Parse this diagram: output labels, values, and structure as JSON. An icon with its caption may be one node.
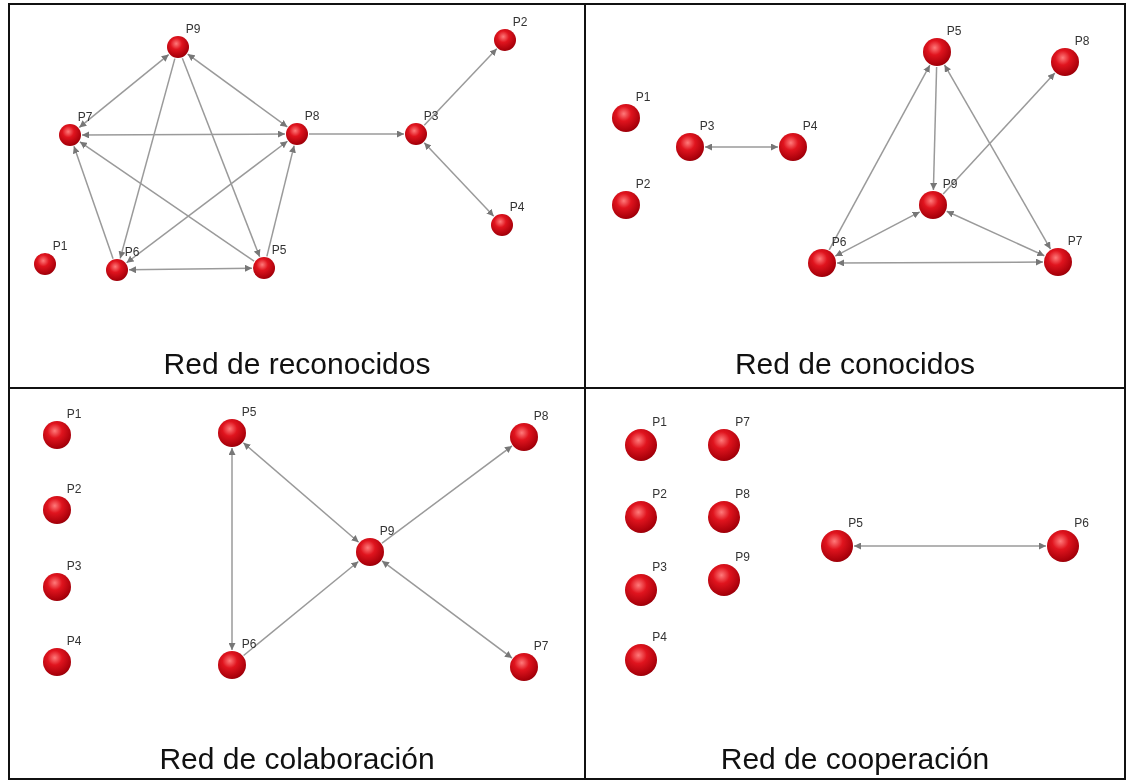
{
  "diagram": {
    "nodes": [
      {
        "text": [
          "Red de reconocidos"
        ]
      },
      {
        "text": [],
        "shape": "circle",
        "beside": [
          "P1"
        ],
        "in": 0
      },
      {
        "text": [],
        "shape": "circle",
        "beside": [
          "P2"
        ],
        "in": 0
      },
      {
        "text": [],
        "shape": "circle",
        "beside": [
          "P3"
        ],
        "in": 0
      },
      {
        "text": [],
        "shape": "circle",
        "beside": [
          "P4"
        ],
        "in": 0
      },
      {
        "text": [],
        "shape": "circle",
        "beside": [
          "P5"
        ],
        "in": 0
      },
      {
        "text": [],
        "shape": "circle",
        "beside": [
          "P6"
        ],
        "in": 0
      },
      {
        "text": [],
        "shape": "circle",
        "beside": [
          "P7"
        ],
        "in": 0
      },
      {
        "text": [],
        "shape": "circle",
        "beside": [
          "P8"
        ],
        "in": 0
      },
      {
        "text": [],
        "shape": "circle",
        "beside": [
          "P9"
        ],
        "in": 0
      },
      {
        "text": [
          "Red de conocidos"
        ]
      },
      {
        "text": [],
        "shape": "circle",
        "beside": [
          "P1"
        ],
        "in": 10
      },
      {
        "text": [],
        "shape": "circle",
        "beside": [
          "P2"
        ],
        "in": 10
      },
      {
        "text": [],
        "shape": "circle",
        "beside": [
          "P3"
        ],
        "in": 10
      },
      {
        "text": [],
        "shape": "circle",
        "beside": [
          "P4"
        ],
        "in": 10
      },
      {
        "text": [],
        "shape": "circle",
        "beside": [
          "P5"
        ],
        "in": 10
      },
      {
        "text": [],
        "shape": "circle",
        "beside": [
          "P6"
        ],
        "in": 10
      },
      {
        "text": [],
        "shape": "circle",
        "beside": [
          "P7"
        ],
        "in": 10
      },
      {
        "text": [],
        "shape": "circle",
        "beside": [
          "P8"
        ],
        "in": 10
      },
      {
        "text": [],
        "shape": "circle",
        "beside": [
          "P9"
        ],
        "in": 10
      },
      {
        "text": [
          "Red de colaboración"
        ]
      },
      {
        "text": [],
        "shape": "circle",
        "beside": [
          "P1"
        ],
        "in": 20
      },
      {
        "text": [],
        "shape": "circle",
        "beside": [
          "P2"
        ],
        "in": 20
      },
      {
        "text": [],
        "shape": "circle",
        "beside": [
          "P3"
        ],
        "in": 20
      },
      {
        "text": [],
        "shape": "circle",
        "beside": [
          "P4"
        ],
        "in": 20
      },
      {
        "text": [],
        "shape": "circle",
        "beside": [
          "P5"
        ],
        "in": 20
      },
      {
        "text": [],
        "shape": "circle",
        "beside": [
          "P6"
        ],
        "in": 20
      },
      {
        "text": [],
        "shape": "circle",
        "beside": [
          "P7"
        ],
        "in": 20
      },
      {
        "text": [],
        "shape": "circle",
        "beside": [
          "P8"
        ],
        "in": 20
      },
      {
        "text": [],
        "shape": "circle",
        "beside": [
          "P9"
        ],
        "in": 20
      },
      {
        "text": [
          "Red de cooperación"
        ]
      },
      {
        "text": [],
        "shape": "circle",
        "beside": [
          "P1"
        ],
        "in": 30
      },
      {
        "text": [],
        "shape": "circle",
        "beside": [
          "P2"
        ],
        "in": 30
      },
      {
        "text": [],
        "shape": "circle",
        "beside": [
          "P3"
        ],
        "in": 30
      },
      {
        "text": [],
        "shape": "circle",
        "beside": [
          "P4"
        ],
        "in": 30
      },
      {
        "text": [],
        "shape": "circle",
        "beside": [
          "P5"
        ],
        "in": 30
      },
      {
        "text": [],
        "shape": "circle",
        "beside": [
          "P6"
        ],
        "in": 30
      },
      {
        "text": [],
        "shape": "circle",
        "beside": [
          "P7"
        ],
        "in": 30
      },
      {
        "text": [],
        "shape": "circle",
        "beside": [
          "P8"
        ],
        "in": 30
      },
      {
        "text": [],
        "shape": "circle",
        "beside": [
          "P9"
        ],
        "in": 30
      }
    ],
    "edges": [
      {
        "from": 7,
        "to": 9,
        "arrow": "both"
      },
      {
        "from": 7,
        "to": 8,
        "arrow": "both"
      },
      {
        "from": 9,
        "to": 8,
        "arrow": "both"
      },
      {
        "from": 9,
        "to": 6,
        "arrow": "to"
      },
      {
        "from": 9,
        "to": 5,
        "arrow": "to"
      },
      {
        "from": 6,
        "to": 7,
        "arrow": "to"
      },
      {
        "from": 5,
        "to": 7,
        "arrow": "to"
      },
      {
        "from": 6,
        "to": 8,
        "arrow": "both"
      },
      {
        "from": 6,
        "to": 5,
        "arrow": "both"
      },
      {
        "from": 5,
        "to": 8,
        "arrow": "to"
      },
      {
        "from": 8,
        "to": 3,
        "arrow": "to"
      },
      {
        "from": 3,
        "to": 2,
        "arrow": "to"
      },
      {
        "from": 3,
        "to": 4,
        "arrow": "both"
      },
      {
        "from": 13,
        "to": 14,
        "arrow": "both"
      },
      {
        "from": 16,
        "to": 15,
        "arrow": "to"
      },
      {
        "from": 15,
        "to": 19,
        "arrow": "to"
      },
      {
        "from": 15,
        "to": 17,
        "arrow": "both"
      },
      {
        "from": 19,
        "to": 18,
        "arrow": "to"
      },
      {
        "from": 16,
        "to": 19,
        "arrow": "both"
      },
      {
        "from": 19,
        "to": 17,
        "arrow": "both"
      },
      {
        "from": 16,
        "to": 17,
        "arrow": "both"
      },
      {
        "from": 25,
        "to": 26,
        "arrow": "both"
      },
      {
        "from": 25,
        "to": 29,
        "arrow": "both"
      },
      {
        "from": 29,
        "to": 28,
        "arrow": "to"
      },
      {
        "from": 26,
        "to": 29,
        "arrow": "to"
      },
      {
        "from": 29,
        "to": 27,
        "arrow": "both"
      },
      {
        "from": 35,
        "to": 36,
        "arrow": "both"
      }
    ]
  }
}
